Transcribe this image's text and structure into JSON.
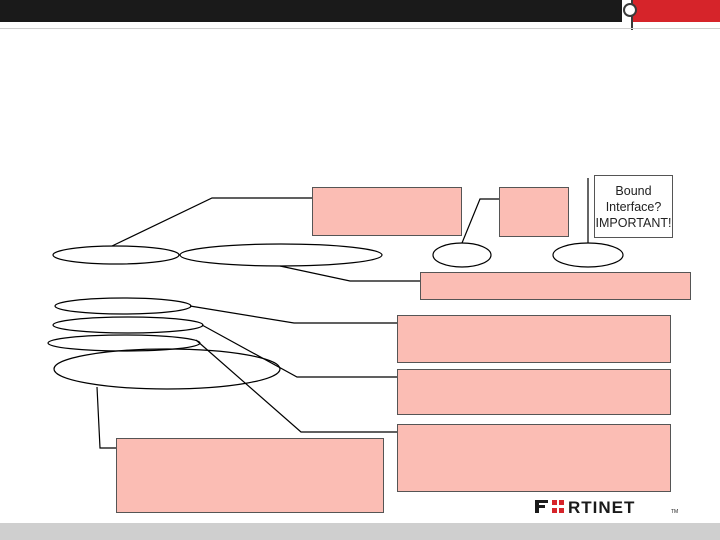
{
  "callouts": {
    "bound_interface_note": "Bound\nInterface?\nIMPORTANT!"
  },
  "logo": {
    "name": "fortinet-logo",
    "text": "FORTINET",
    "colors": {
      "text": "#1a1a1a",
      "accent": "#d6242a"
    }
  },
  "colors": {
    "callout_fill": "#fbbdb4",
    "header_bar": "#1a1a1a",
    "header_accent": "#d6242a",
    "footer_bar": "#cfcfcf"
  }
}
